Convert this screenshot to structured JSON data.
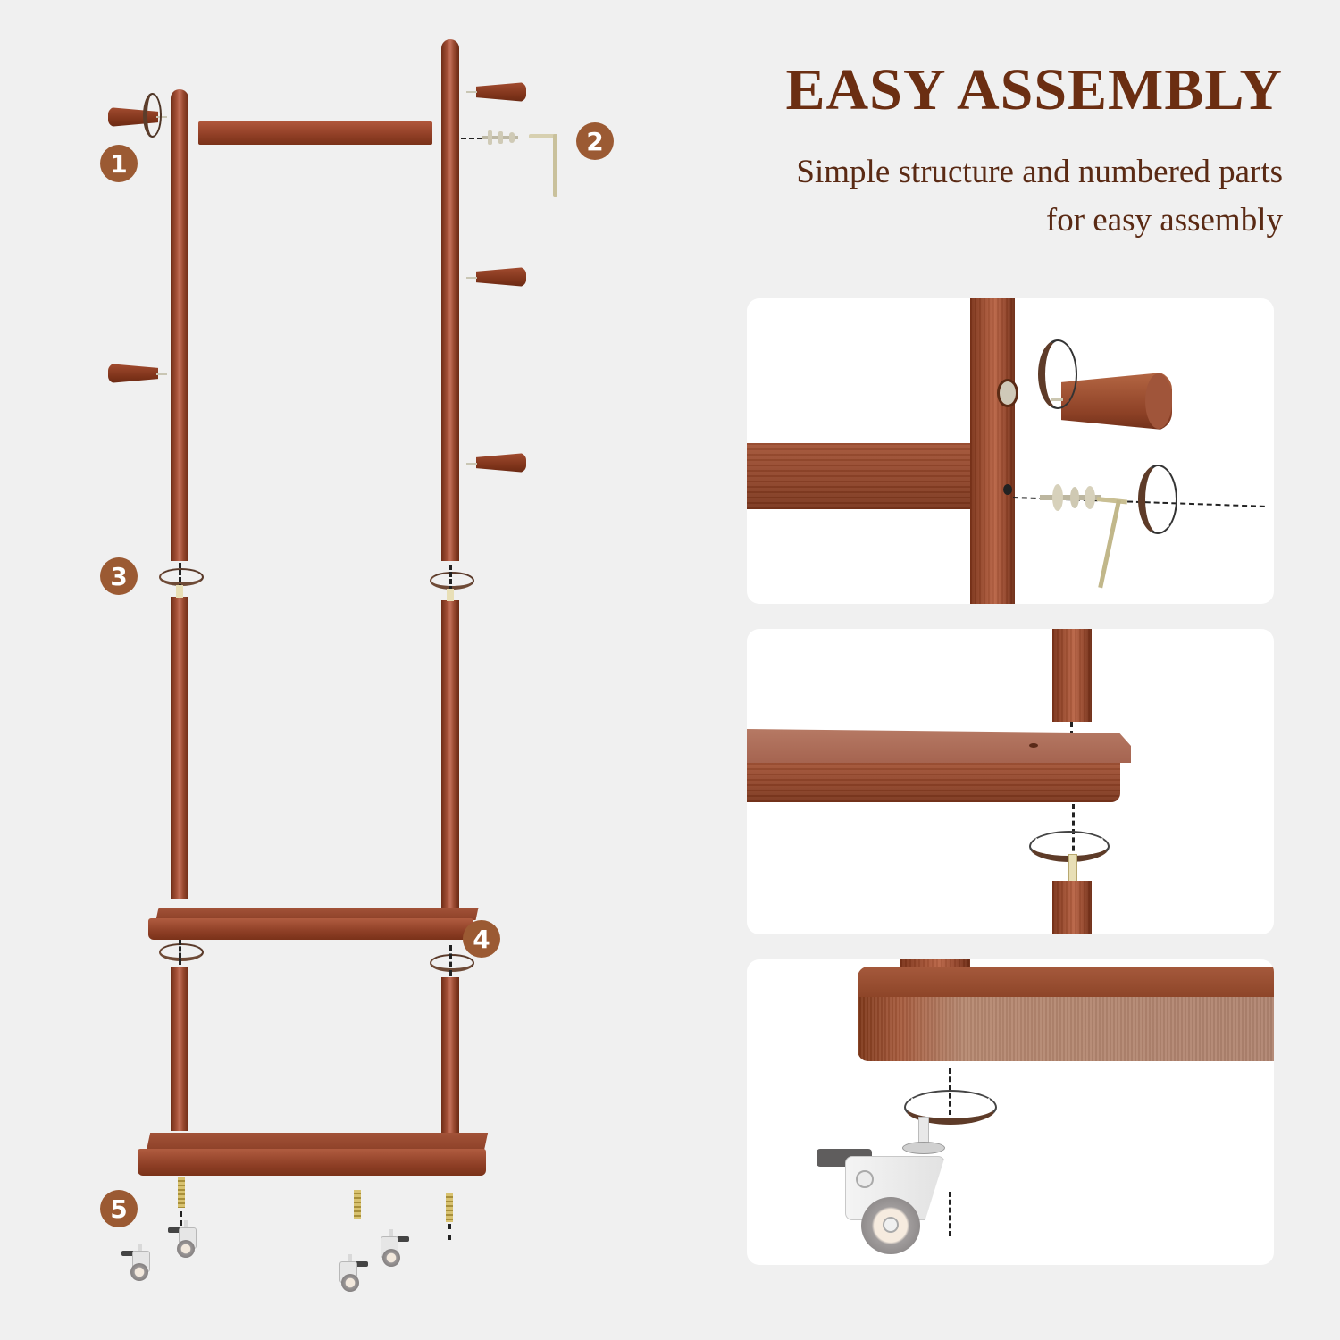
{
  "header": {
    "title": "EASY ASSEMBLY",
    "subtitle_line1": "Simple structure and numbered parts",
    "subtitle_line2": "for easy assembly"
  },
  "colors": {
    "background": "#f0f0f0",
    "title": "#6b2e12",
    "subtitle": "#5a2a14",
    "badge": "#9b5a33",
    "wood": "#8f3e25",
    "panel": "#ffffff"
  },
  "steps": [
    {
      "number": "1",
      "part": "hook-attach"
    },
    {
      "number": "2",
      "part": "crossbar-bolt-allen-key"
    },
    {
      "number": "3",
      "part": "pole-connect"
    },
    {
      "number": "4",
      "part": "shelf-attach"
    },
    {
      "number": "5",
      "part": "caster-wheels"
    }
  ],
  "detail_panels": [
    {
      "name": "hook-and-bolt-detail"
    },
    {
      "name": "shelf-pole-detail"
    },
    {
      "name": "caster-detail"
    }
  ]
}
